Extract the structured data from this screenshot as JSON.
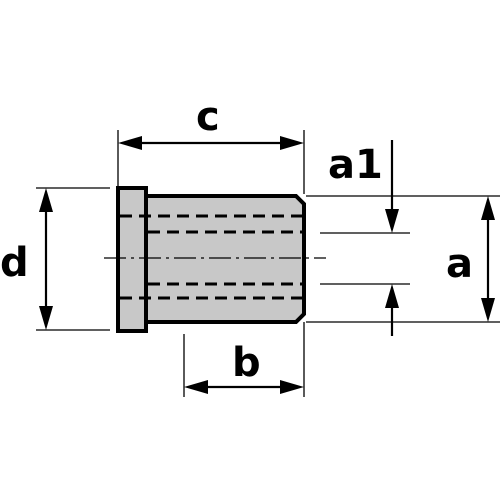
{
  "diagram": {
    "labels": {
      "c": "c",
      "a1": "a1",
      "d": "d",
      "a": "a",
      "b": "b"
    },
    "colors": {
      "part_fill": "#c8c8c8",
      "line": "#000000",
      "background": "#ffffff"
    }
  }
}
